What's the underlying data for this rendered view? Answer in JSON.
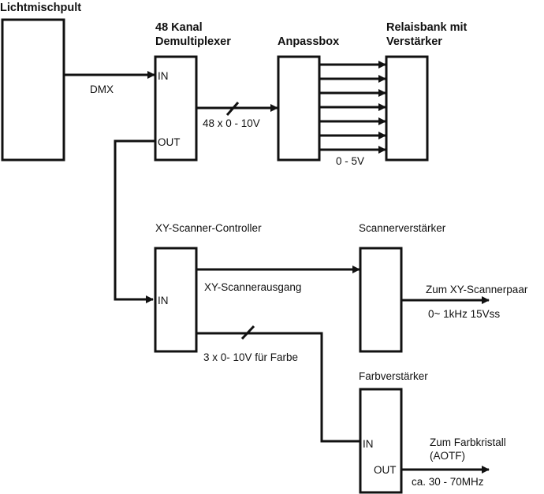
{
  "blocks": {
    "lichtmischpult": {
      "title": "Lichtmischpult"
    },
    "demux": {
      "title_line1": "48 Kanal",
      "title_line2": "Demultiplexer",
      "port_in": "IN",
      "port_out": "OUT"
    },
    "anpassbox": {
      "title": "Anpassbox"
    },
    "relaisbank": {
      "title_line1": "Relaisbank mit",
      "title_line2": "Verstärker"
    },
    "xy_controller": {
      "title": "XY-Scanner-Controller",
      "port_in": "IN"
    },
    "scannerverstaerker": {
      "title": "Scannerverstärker"
    },
    "farbverstaerker": {
      "title": "Farbverstärker",
      "port_in": "IN",
      "port_out": "OUT"
    }
  },
  "signals": {
    "dmx": "DMX",
    "demux_out": "48 x 0 - 10V",
    "relay_in": "0 - 5V",
    "xy_out": "XY-Scannerausgang",
    "color_out": "3 x 0- 10V für Farbe",
    "scanner_out_line1": "Zum XY-Scannerpaar",
    "scanner_out_line2": "0~ 1kHz 15Vss",
    "color_amp_out_line1": "Zum Farbkristall",
    "color_amp_out_line2": "(AOTF)",
    "color_amp_out_line3": "ca. 30 - 70MHz"
  },
  "relay_channel_count": 7
}
